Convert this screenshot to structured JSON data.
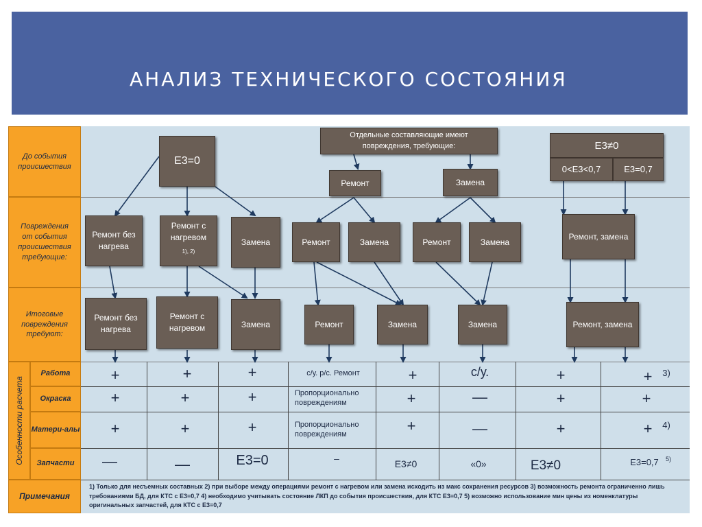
{
  "header": {
    "title": "АНАЛИЗ ТЕХНИЧЕСКОГО СОСТОЯНИЯ"
  },
  "rows": {
    "before": "До события происшествия",
    "damage": "Повреждения от события происшествия требующие:",
    "result": "Итоговые повреждения требуют:",
    "features": "Особенности расчета",
    "notes": "Примечания"
  },
  "subrows": [
    "Работа",
    "Окраска",
    "Матери-алы",
    "Запчасти"
  ],
  "boxes": {
    "e0": "E3=0",
    "parts": "Отдельные составляющие имеют повреждения, требующие:",
    "repair_top": "Ремонт",
    "replace_top": "Замена",
    "ene": "E3≠0",
    "range": "0<E3<0,7",
    "e07": "E3=0,7",
    "r1": "Ремонт без нагрева",
    "r2": "Ремонт с нагревом",
    "r2_sup": "1), 2)",
    "r3": "Замена",
    "r4": "Ремонт",
    "r5": "Замена",
    "r6": "Ремонт",
    "r7": "Замена",
    "r8": "Ремонт, замена",
    "f1": "Ремонт без нагрева",
    "f2": "Ремонт с нагревом",
    "f3": "Замена",
    "f4": "Ремонт",
    "f5": "Замена",
    "f6": "Замена",
    "f7": "Ремонт, замена"
  },
  "table": {
    "work": [
      "+",
      "+",
      "+",
      "с/у. р/с. Ремонт",
      "+",
      "с/у.",
      "+",
      "+",
      "3)"
    ],
    "paint": [
      "+",
      "+",
      "+",
      "Пропорционально повреждениям",
      "+",
      "—",
      "+",
      "+"
    ],
    "materials": [
      "+",
      "+",
      "+",
      "Пропорционально повреждениям",
      "+",
      "—",
      "+",
      "+",
      "4)"
    ],
    "spares": [
      "—",
      "—",
      "E3=0",
      "–",
      "E3≠0",
      "«0»",
      "E3≠0",
      "E3=0,7",
      "5)"
    ]
  },
  "notes": {
    "text": "1) Только для несъемных составных 2) при выборе между операциями ремонт с нагревом или замена исходить из макс сохранения ресурсов 3) возможность ремонта ограниченно лишь требованиями БД, для КТС с E3=0,7 4) необходимо учитывать состояние ЛКП до события происшествия, для КТС E3=0,7 5) возможно использование мин цены из номенклатуры оригинальных запчастей, для КТС с E3=0,7"
  },
  "colors": {
    "banner": "#4a62a0",
    "panel": "#cfdfea",
    "side": "#f7a226",
    "box": "#6a5e55"
  }
}
